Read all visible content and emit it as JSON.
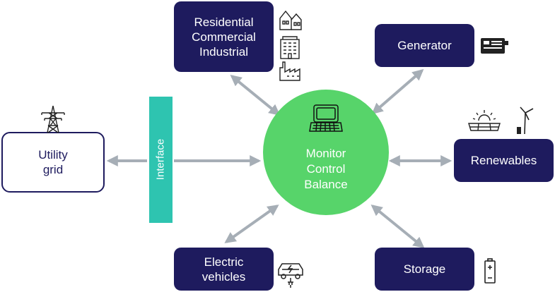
{
  "nodes": {
    "utility_grid": [
      "Utility",
      "grid"
    ],
    "interface": "Interface",
    "hub": [
      "Monitor",
      "Control",
      "Balance"
    ],
    "consumers": [
      "Residential",
      "Commercial",
      "Industrial"
    ],
    "generator": "Generator",
    "renewables": "Renewables",
    "electric_vehicles": [
      "Electric",
      "vehicles"
    ],
    "storage": "Storage"
  },
  "colors": {
    "navy": "#1e1b5e",
    "hub_green": "#57d46a",
    "interface_teal": "#2ec4b0",
    "arrow_gray": "#a6aeb6"
  },
  "icons": [
    "transmission-tower-icon",
    "house-icon",
    "office-building-icon",
    "factory-icon",
    "generator-icon",
    "computer-terminal-icon",
    "solar-panel-icon",
    "wind-turbine-icon",
    "electric-car-icon",
    "battery-icon"
  ]
}
